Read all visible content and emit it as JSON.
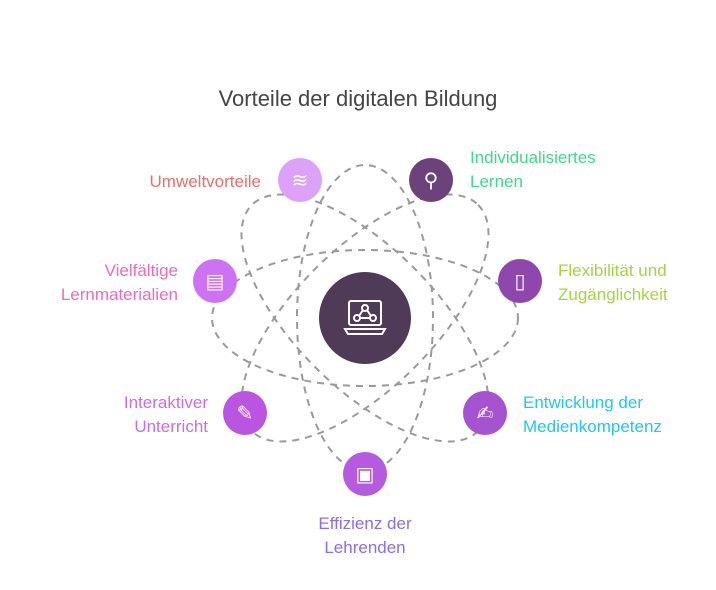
{
  "title": "Vorteile der digitalen Bildung",
  "center": {
    "icon": "laptop-network-icon",
    "color": "#4f3a58"
  },
  "items": [
    {
      "label": "Umweltvorteile",
      "text_color": "#f46a6a",
      "node_color": "#dca2f8",
      "icon": "factory-water-icon"
    },
    {
      "label": "Individualisiertes Lernen",
      "text_color": "#3ed98a",
      "node_color": "#6b4279",
      "icon": "person-walking-icon"
    },
    {
      "label": "Flexibilität und Zugänglichkeit",
      "text_color": "#a4d63a",
      "node_color": "#8e48ad",
      "icon": "phone-book-icon"
    },
    {
      "label": "Vielfältige Lernmaterialien",
      "text_color": "#f06ab8",
      "node_color": "#cc72f2",
      "icon": "book-icon"
    },
    {
      "label": "Interaktiver Unterricht",
      "text_color": "#c86cf0",
      "node_color": "#b955e0",
      "icon": "tablet-pen-icon"
    },
    {
      "label": "Entwicklung der Medienkompetenz",
      "text_color": "#1ec8f2",
      "node_color": "#a653d2",
      "icon": "editor-pen-icon"
    },
    {
      "label": "Effizienz der Lehrenden",
      "text_color": "#8b6cf2",
      "node_color": "#b45be0",
      "icon": "device-book-icon"
    }
  ]
}
